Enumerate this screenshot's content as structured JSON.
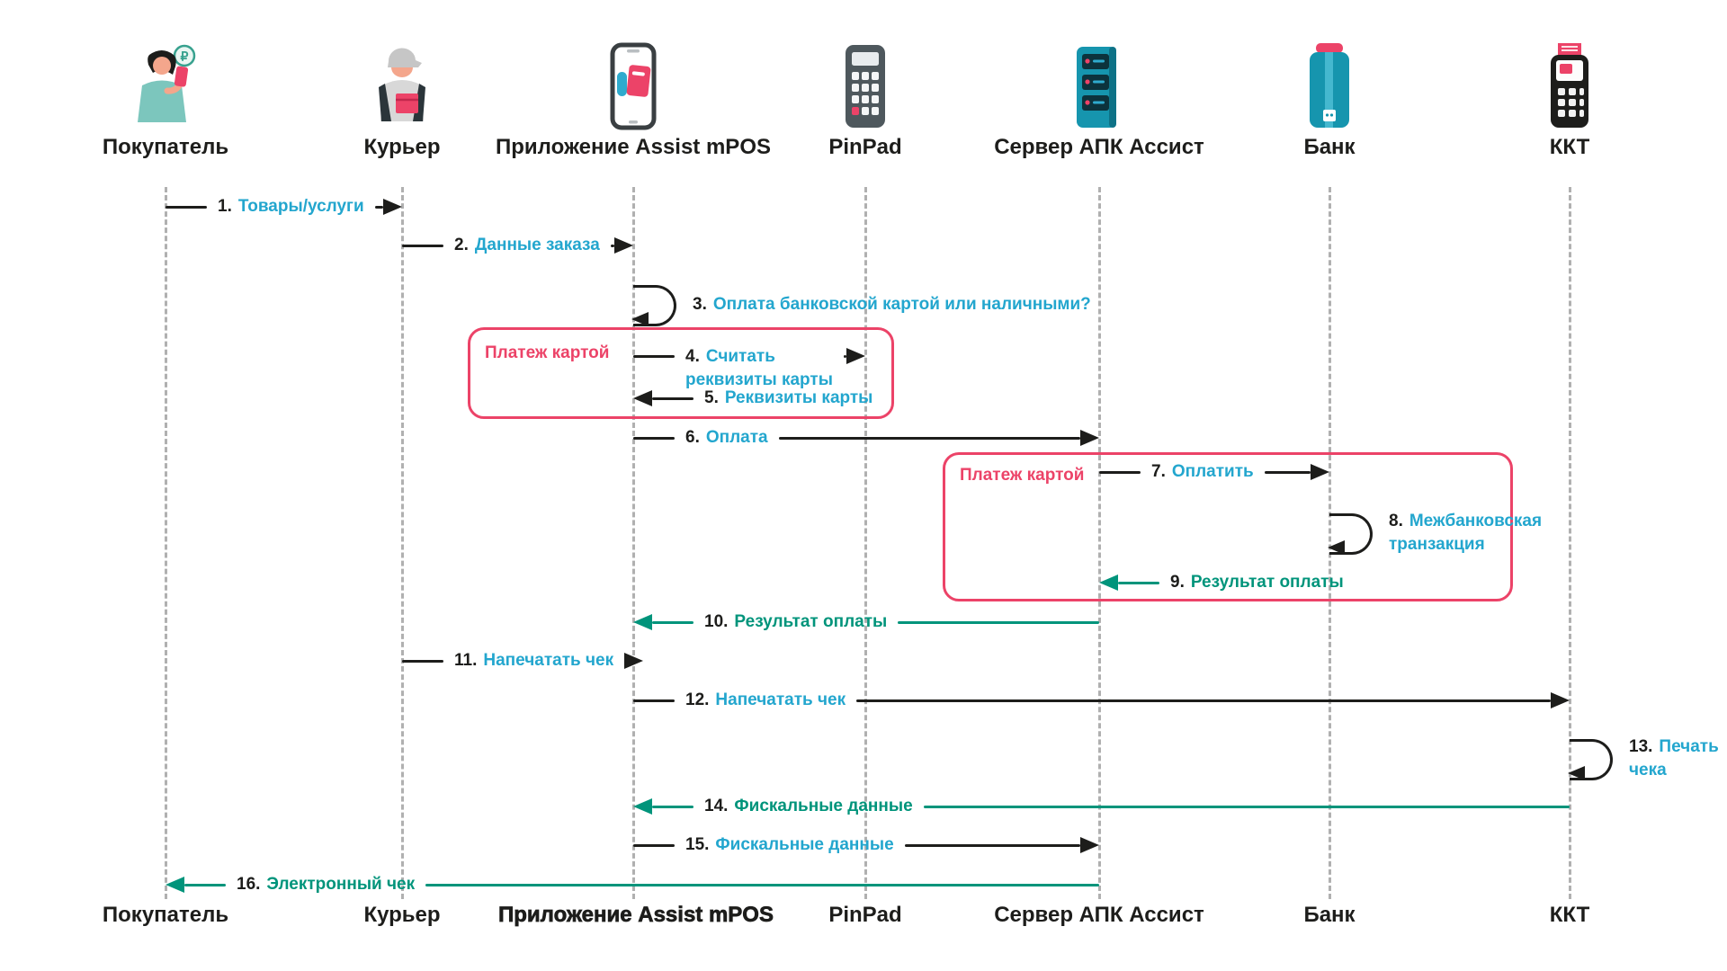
{
  "colors": {
    "cyan": "#23A6CE",
    "teal": "#00947B",
    "pink": "#EC4368",
    "ink": "#1D1D1B",
    "grayline": "#B0B0B0"
  },
  "icons": {
    "ruble_symbol": "₽"
  },
  "actors": [
    {
      "label": "Покупатель",
      "icon": "buyer-icon"
    },
    {
      "label": "Курьер",
      "icon": "courier-icon"
    },
    {
      "label": "Приложение Assist mPOS",
      "icon": "mpos-app-icon"
    },
    {
      "label": "PinPad",
      "icon": "pinpad-icon"
    },
    {
      "label": "Сервер АПК Ассист",
      "icon": "server-icon"
    },
    {
      "label": "Банк",
      "icon": "bank-icon"
    },
    {
      "label": "ККТ",
      "icon": "kkt-icon"
    }
  ],
  "messages": [
    {
      "num": "1.",
      "text": "Товары/услуги",
      "from": "Покупатель",
      "to": "Курьер",
      "arrow": "black"
    },
    {
      "num": "2.",
      "text": "Данные заказа",
      "from": "Курьер",
      "to": "Приложение Assist mPOS",
      "arrow": "black"
    },
    {
      "num": "3.",
      "text": "Оплата банковской картой или наличными?",
      "from": "Приложение Assist mPOS",
      "to": "Приложение Assist mPOS",
      "arrow": "black",
      "kind": "self"
    },
    {
      "num": "4.",
      "text": "Считать",
      "text2": "реквизиты карты",
      "from": "Приложение Assist mPOS",
      "to": "PinPad",
      "arrow": "black"
    },
    {
      "num": "5.",
      "text": "Реквизиты карты",
      "from": "PinPad",
      "to": "Приложение Assist mPOS",
      "arrow": "black"
    },
    {
      "num": "6.",
      "text": "Оплата",
      "from": "Приложение Assist mPOS",
      "to": "Сервер АПК Ассист",
      "arrow": "black"
    },
    {
      "num": "7.",
      "text": "Оплатить",
      "from": "Сервер АПК Ассист",
      "to": "Банк",
      "arrow": "black"
    },
    {
      "num": "8.",
      "text": "Межбанковская",
      "text2": "транзакция",
      "from": "Банк",
      "to": "Банк",
      "arrow": "black",
      "kind": "self"
    },
    {
      "num": "9.",
      "text": "Результат оплаты",
      "from": "Банк",
      "to": "Сервер АПК Ассист",
      "arrow": "teal"
    },
    {
      "num": "10.",
      "text": "Результат оплаты",
      "from": "Сервер АПК Ассист",
      "to": "Приложение Assist mPOS",
      "arrow": "teal"
    },
    {
      "num": "11.",
      "text": "Напечатать чек",
      "from": "Курьер",
      "to": "Приложение Assist mPOS",
      "arrow": "black"
    },
    {
      "num": "12.",
      "text": "Напечатать чек",
      "from": "Приложение Assist mPOS",
      "to": "ККТ",
      "arrow": "black"
    },
    {
      "num": "13.",
      "text": "Печать",
      "text2": "чека",
      "from": "ККТ",
      "to": "ККТ",
      "arrow": "black",
      "kind": "self"
    },
    {
      "num": "14.",
      "text": "Фискальные данные",
      "from": "ККТ",
      "to": "Приложение Assist mPOS",
      "arrow": "teal"
    },
    {
      "num": "15.",
      "text": "Фискальные данные",
      "from": "Приложение Assist mPOS",
      "to": "Сервер АПК Ассист",
      "arrow": "black"
    },
    {
      "num": "16.",
      "text": "Электронный чек",
      "from": "Сервер АПК Ассист",
      "to": "Покупатель",
      "arrow": "teal"
    }
  ],
  "fragments": [
    {
      "label": "Платеж картой"
    },
    {
      "label": "Платеж картой"
    }
  ]
}
